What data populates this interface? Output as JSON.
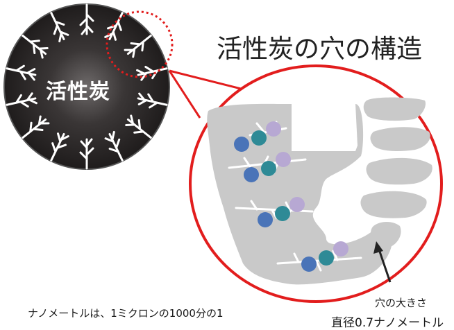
{
  "diagram": {
    "title": "活性炭の穴の構造",
    "core_label": "活性炭",
    "pore_size_label": "穴の大きさ",
    "pore_diameter": "直径0.7ナノメートル",
    "note": "ナノメートルは、1ミクロンの1000分の1"
  },
  "colors": {
    "carbon_dark": "#1f1c1c",
    "carbon_edge": "#6a6a6a",
    "zoom_circle": "#e21d1d",
    "pore_wall": "#c9c9c9",
    "molecule_blue": "#4a74b8",
    "molecule_teal": "#2e8a96",
    "molecule_lavender": "#b7a8d3",
    "arrow": "#222222"
  },
  "molecule_rows": [
    [
      "molecule_blue",
      "molecule_teal",
      "molecule_lavender"
    ],
    [
      "molecule_blue",
      "molecule_teal",
      "molecule_lavender"
    ],
    [
      "molecule_blue",
      "molecule_teal",
      "molecule_lavender"
    ],
    [
      "molecule_blue",
      "molecule_teal",
      "molecule_lavender"
    ]
  ]
}
